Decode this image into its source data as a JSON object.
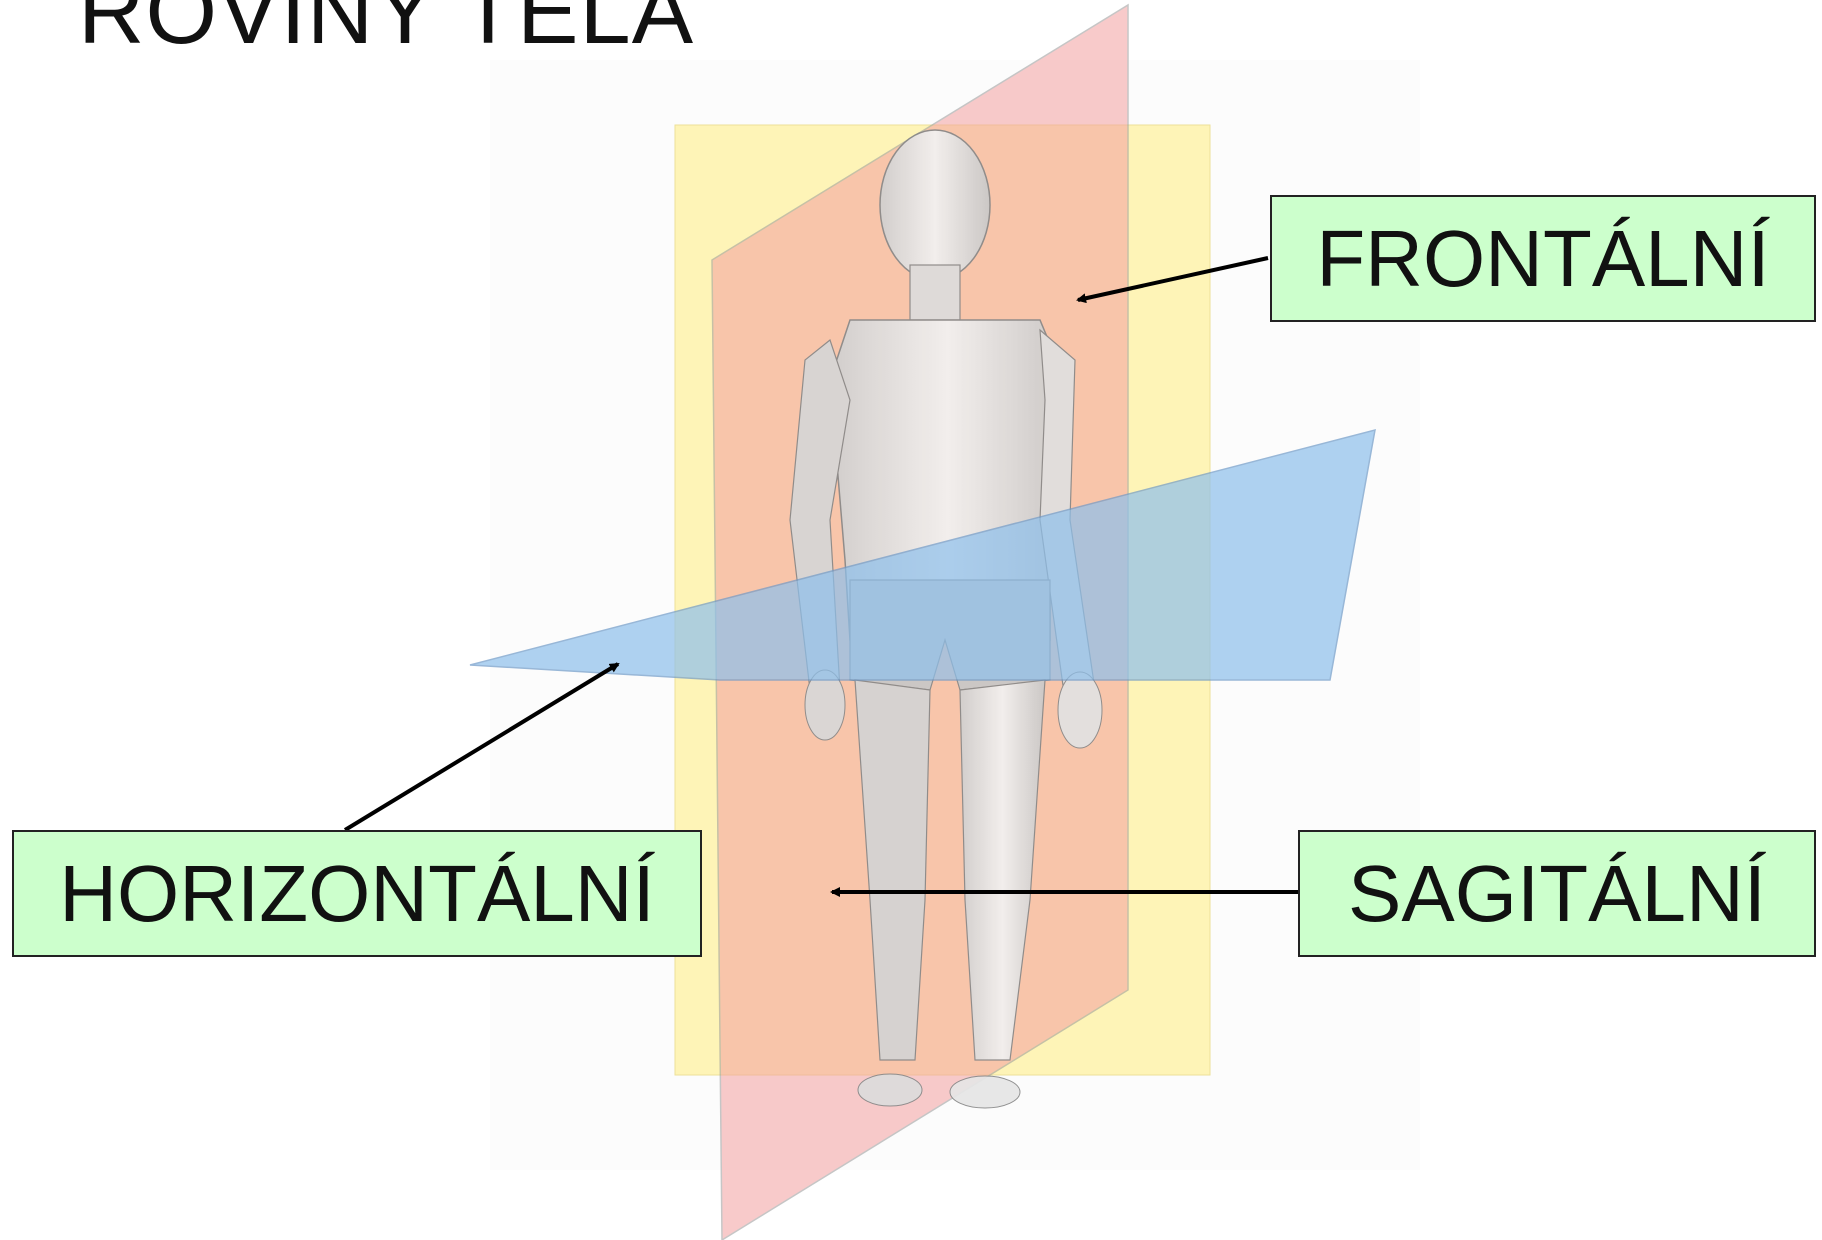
{
  "title": "ROVINY TĚLA",
  "labels": {
    "frontal": "FRONTÁLNÍ",
    "horizontal": "HORIZONTÁLNÍ",
    "sagittal": "SAGITÁLNÍ"
  },
  "colors": {
    "frontal_plane": "#fff2a0",
    "sagittal_plane": "#f4a0a0",
    "horizontal_plane": "#8ec0ec",
    "label_background": "#ccffcc",
    "arrow": "#000000"
  }
}
